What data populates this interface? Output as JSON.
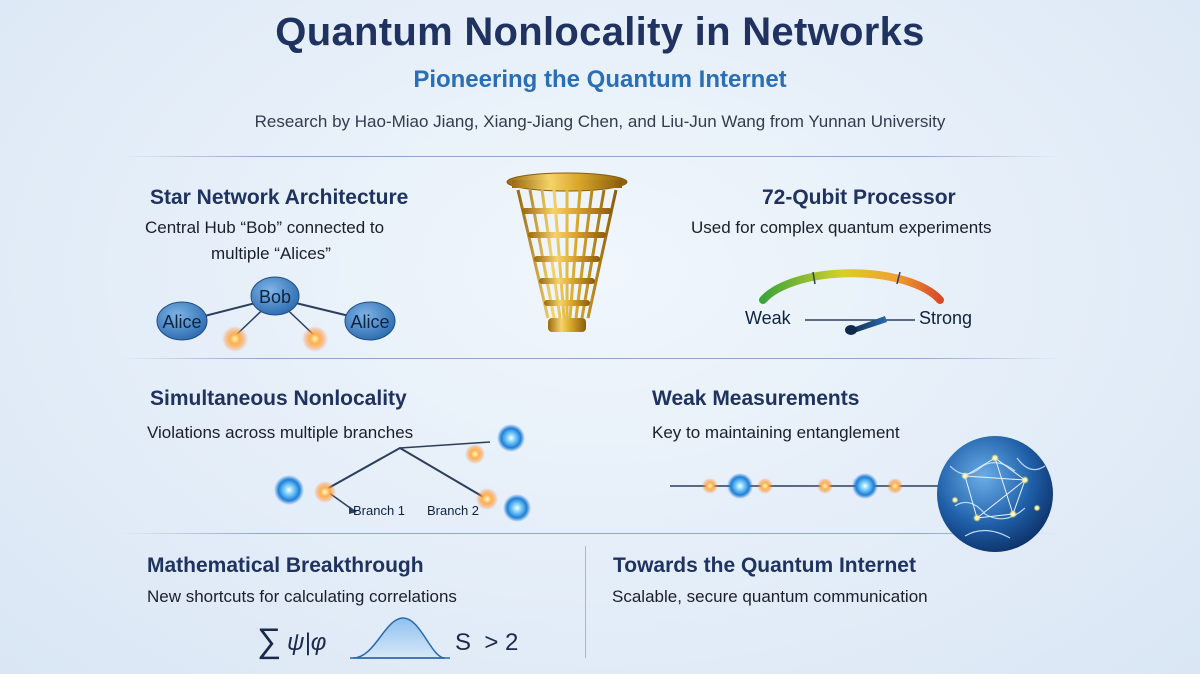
{
  "header": {
    "title": "Quantum Nonlocality in Networks",
    "subtitle": "Pioneering the Quantum Internet",
    "byline": "Research by Hao-Miao Jiang, Xiang-Jiang Chen, and Liu-Jun Wang from Yunnan University"
  },
  "star": {
    "title": "Star Network Architecture",
    "desc_line1": "Central Hub “Bob” connected to",
    "desc_line2": "multiple “Alices”",
    "hub_label": "Bob",
    "left_node": "Alice",
    "right_node": "Alice"
  },
  "processor": {
    "title": "72-Qubit Processor",
    "desc": "Used for complex quantum experiments",
    "gauge_min_label": "Weak",
    "gauge_max_label": "Strong"
  },
  "nonlocality": {
    "title": "Simultaneous Nonlocality",
    "desc": "Violations across multiple branches",
    "branch1": "Branch 1",
    "branch2": "Branch 2"
  },
  "weak": {
    "title": "Weak Measurements",
    "desc": "Key to maintaining entanglement"
  },
  "math": {
    "title": "Mathematical Breakthrough",
    "desc": "New shortcuts for calculating correlations",
    "sum_symbol": "∑",
    "psi_phi": "ψ|φ",
    "inequality": "S  > 2"
  },
  "internet": {
    "title": "Towards the Quantum Internet",
    "desc": "Scalable, secure quantum communication"
  },
  "colors": {
    "title": "#1f3260",
    "accent": "#2a6fb5",
    "node_blue": "#3b7fc4",
    "glow_orange": "#ffb347",
    "gold": "#d9a72a"
  }
}
